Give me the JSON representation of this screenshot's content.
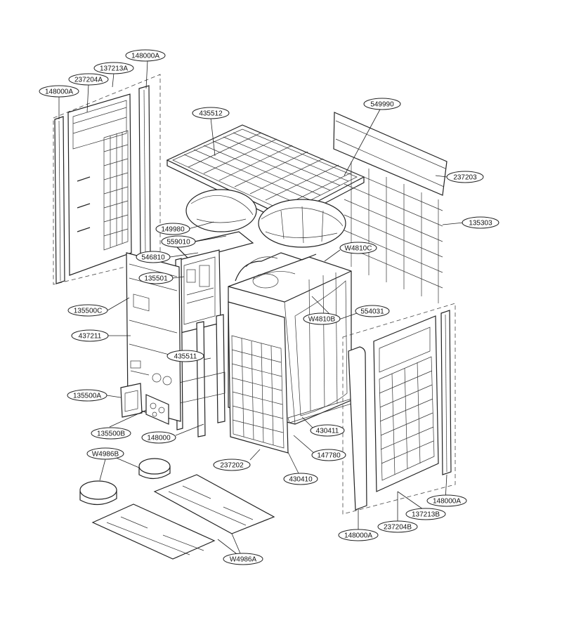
{
  "labels": {
    "l148000A_top": "148000A",
    "l137213A": "137213A",
    "l237204A": "237204A",
    "l148000A_left": "148000A",
    "l435512": "435512",
    "l549990": "549990",
    "l237203": "237203",
    "l135303": "135303",
    "l149980": "149980",
    "l559010": "559010",
    "l546810": "546810",
    "lW4810C": "W4810C",
    "l135501": "135501",
    "l135500C": "135500C",
    "lW4810B": "W4810B",
    "l554031": "554031",
    "l437211": "437211",
    "l435511": "435511",
    "l135500A": "135500A",
    "l135500B": "135500B",
    "l148000": "148000",
    "l430411": "430411",
    "l147780": "147780",
    "l237202": "237202",
    "l430410": "430410",
    "lW4986B": "W4986B",
    "l148000A_r": "148000A",
    "l137213B": "137213B",
    "l237204B": "237204B",
    "l148000A_b": "148000A",
    "lW4986A": "W4986A"
  }
}
